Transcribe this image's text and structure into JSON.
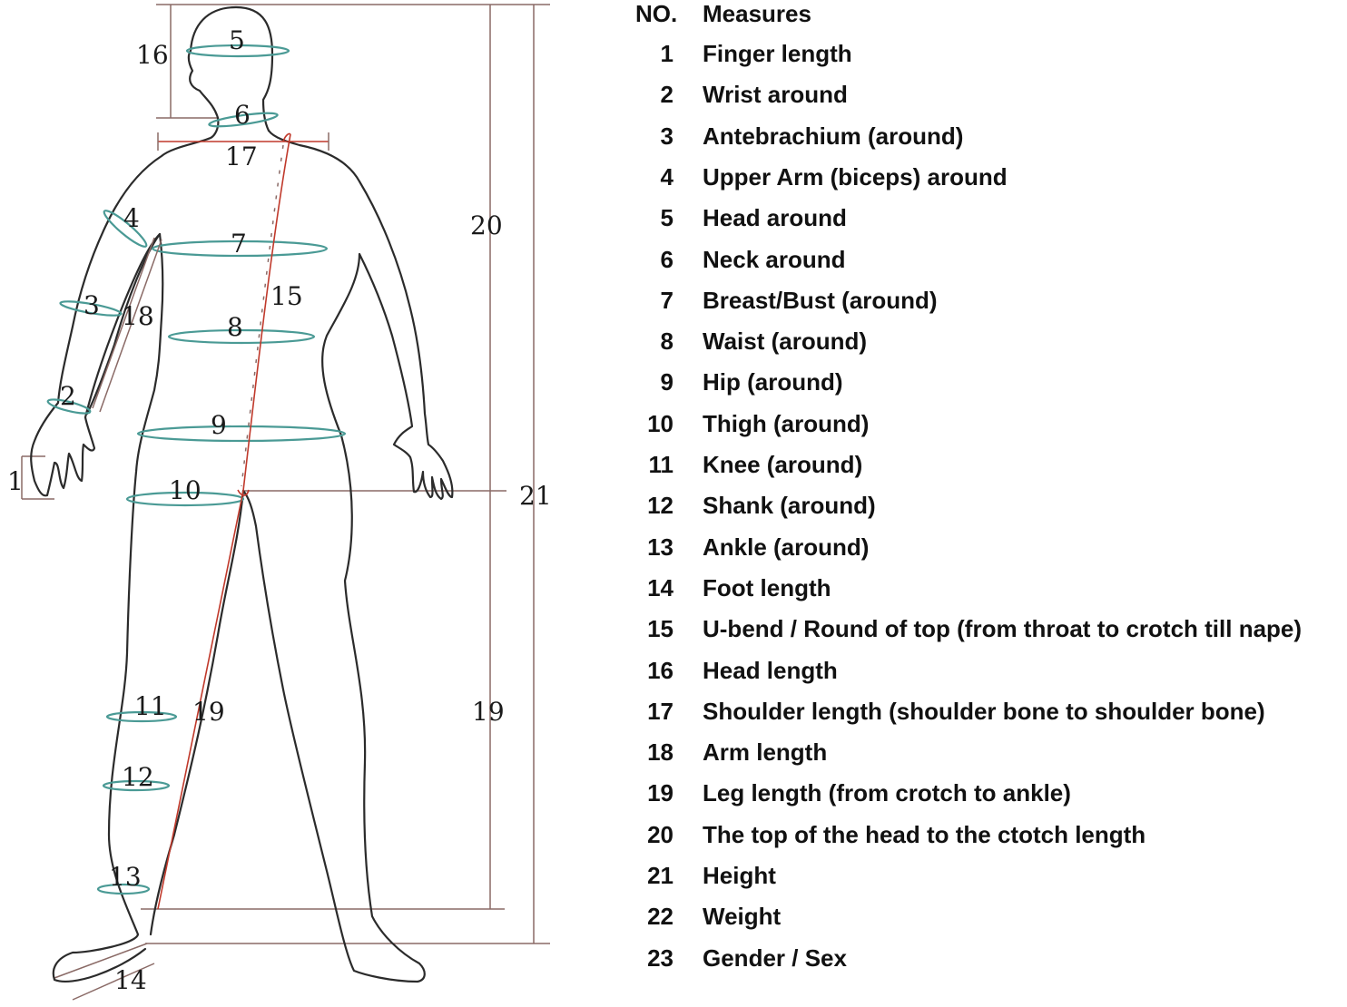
{
  "legend": {
    "header_no": "NO.",
    "header_measures": "Measures",
    "items": [
      {
        "no": "1",
        "label": "Finger length"
      },
      {
        "no": "2",
        "label": "Wrist around"
      },
      {
        "no": "3",
        "label": "Antebrachium (around)"
      },
      {
        "no": "4",
        "label": "Upper Arm (biceps) around"
      },
      {
        "no": "5",
        "label": "Head around"
      },
      {
        "no": "6",
        "label": "Neck around"
      },
      {
        "no": "7",
        "label": "Breast/Bust (around)"
      },
      {
        "no": "8",
        "label": "Waist (around)"
      },
      {
        "no": "9",
        "label": "Hip (around)"
      },
      {
        "no": "10",
        "label": "Thigh (around)"
      },
      {
        "no": "11",
        "label": "Knee (around)"
      },
      {
        "no": "12",
        "label": "Shank (around)"
      },
      {
        "no": "13",
        "label": "Ankle (around)"
      },
      {
        "no": "14",
        "label": "Foot length"
      },
      {
        "no": "15",
        "label": "U-bend / Round of top (from throat to crotch till nape)"
      },
      {
        "no": "16",
        "label": "Head length"
      },
      {
        "no": "17",
        "label": "Shoulder length (shoulder bone to shoulder bone)"
      },
      {
        "no": "18",
        "label": "Arm length"
      },
      {
        "no": "19",
        "label": "Leg length (from crotch to ankle)"
      },
      {
        "no": "20",
        "label": "The top of the head to the ctotch length"
      },
      {
        "no": "21",
        "label": "Height"
      },
      {
        "no": "22",
        "label": "Weight"
      },
      {
        "no": "23",
        "label": "Gender / Sex"
      }
    ]
  },
  "figure": {
    "labels": {
      "l1": "1",
      "l2": "2",
      "l3": "3",
      "l4": "4",
      "l5": "5",
      "l6": "6",
      "l7": "7",
      "l8": "8",
      "l9": "9",
      "l10": "10",
      "l11": "11",
      "l12": "12",
      "l13": "13",
      "l14": "14",
      "l15": "15",
      "l16": "16",
      "l17": "17",
      "l18": "18",
      "l19a": "19",
      "l19b": "19",
      "l20": "20",
      "l21": "21"
    }
  }
}
